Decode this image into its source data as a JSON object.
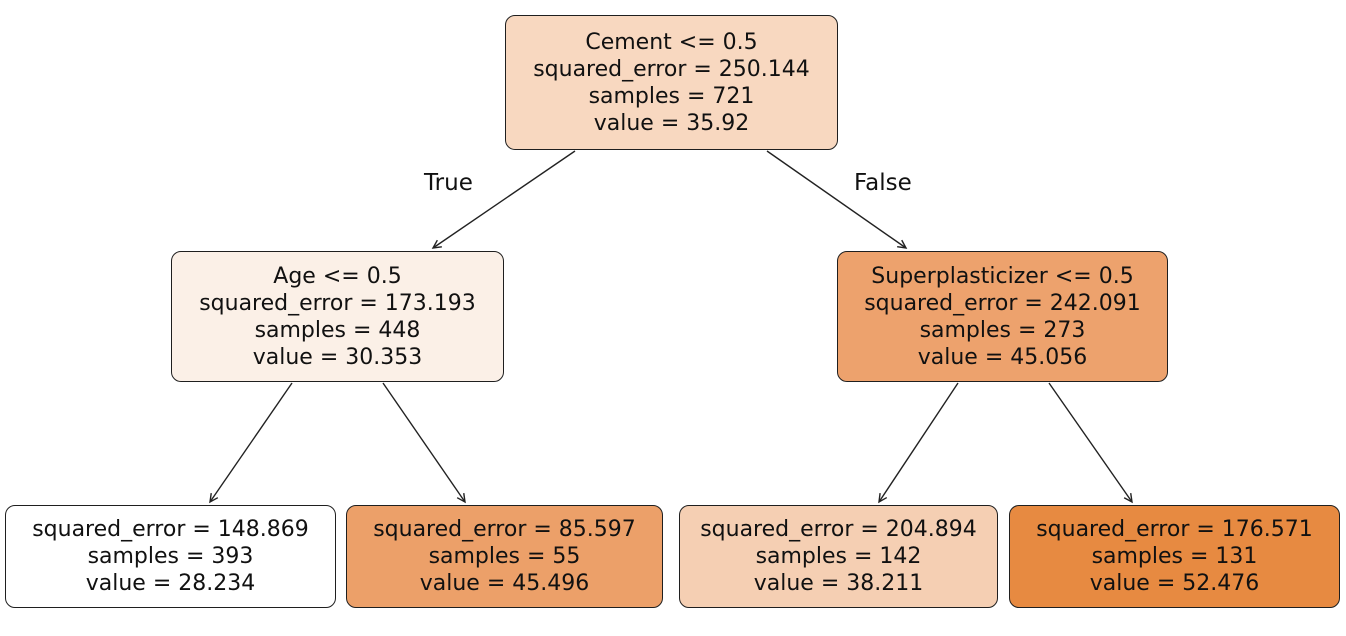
{
  "diagram": {
    "type": "decision-tree-regressor-plot",
    "branch_labels": {
      "left": "True",
      "right": "False"
    },
    "nodes": {
      "root": {
        "condition": "Cement <= 0.5",
        "squared_error": "squared_error = 250.144",
        "samples": "samples = 721",
        "value": "value = 35.92",
        "fill": "#f8d8c0"
      },
      "left": {
        "condition": "Age <= 0.5",
        "squared_error": "squared_error = 173.193",
        "samples": "samples = 448",
        "value": "value = 30.353",
        "fill": "#fbf0e7"
      },
      "right": {
        "condition": "Superplasticizer <= 0.5",
        "squared_error": "squared_error = 242.091",
        "samples": "samples = 273",
        "value": "value = 45.056",
        "fill": "#eda26d"
      },
      "left_left": {
        "squared_error": "squared_error = 148.869",
        "samples": "samples = 393",
        "value": "value = 28.234",
        "fill": "#ffffff"
      },
      "left_right": {
        "squared_error": "squared_error = 85.597",
        "samples": "samples = 55",
        "value": "value = 45.496",
        "fill": "#eca069"
      },
      "right_left": {
        "squared_error": "squared_error = 204.894",
        "samples": "samples = 142",
        "value": "value = 38.211",
        "fill": "#f5cfb3"
      },
      "right_right": {
        "squared_error": "squared_error = 176.571",
        "samples": "samples = 131",
        "value": "value = 52.476",
        "fill": "#e78a41"
      }
    },
    "edge_color": "#222222"
  }
}
